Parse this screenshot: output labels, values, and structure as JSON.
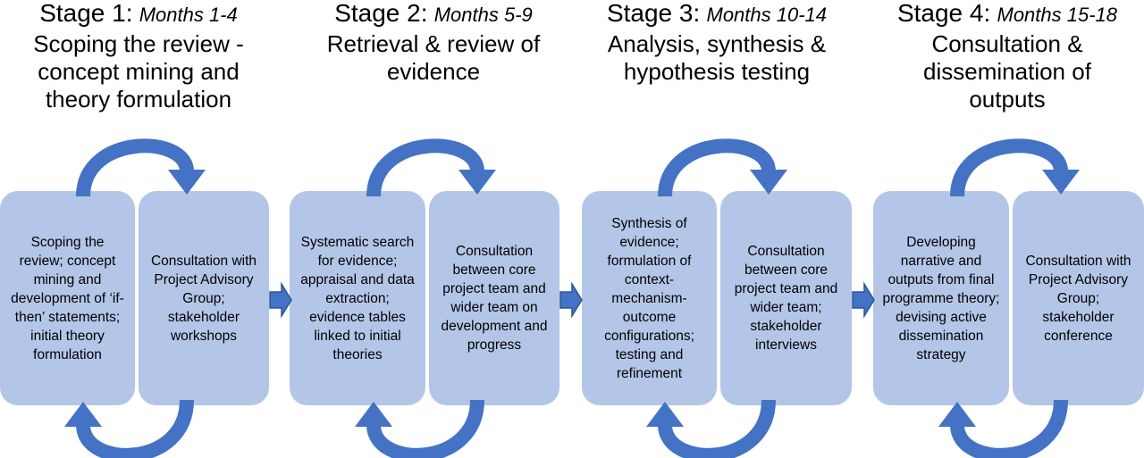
{
  "colors": {
    "box_fill": "#b4c6e7",
    "arrow": "#4472c4",
    "arrow_stroke": "#2f5597"
  },
  "stages": [
    {
      "label": "Stage 1:",
      "months": "Months 1-4",
      "title": "Scoping the review - concept mining and theory formulation",
      "left_text": "Scoping the review; concept mining and development of ‘if-then’ statements; initial theory formulation",
      "right_text": "Consultation with Project Advisory Group; stakeholder workshops"
    },
    {
      "label": "Stage 2:",
      "months": "Months 5-9",
      "title": "Retrieval & review of evidence",
      "left_text": "Systematic search for evidence; appraisal and data extraction; evidence tables linked to initial theories",
      "right_text": "Consultation between core project team and wider team on development and progress"
    },
    {
      "label": "Stage 3:",
      "months": "Months 10-14",
      "title": "Analysis, synthesis & hypothesis testing",
      "left_text": "Synthesis of evidence; formulation of context-mechanism-outcome configurations; testing and refinement",
      "right_text": "Consultation between core project team and wider team; stakeholder interviews"
    },
    {
      "label": "Stage 4:",
      "months": "Months 15-18",
      "title": "Consultation & dissemination of outputs",
      "left_text": "Developing narrative and outputs from final programme theory; devising active dissemination strategy",
      "right_text": "Consultation with Project Advisory Group; stakeholder conference"
    }
  ]
}
